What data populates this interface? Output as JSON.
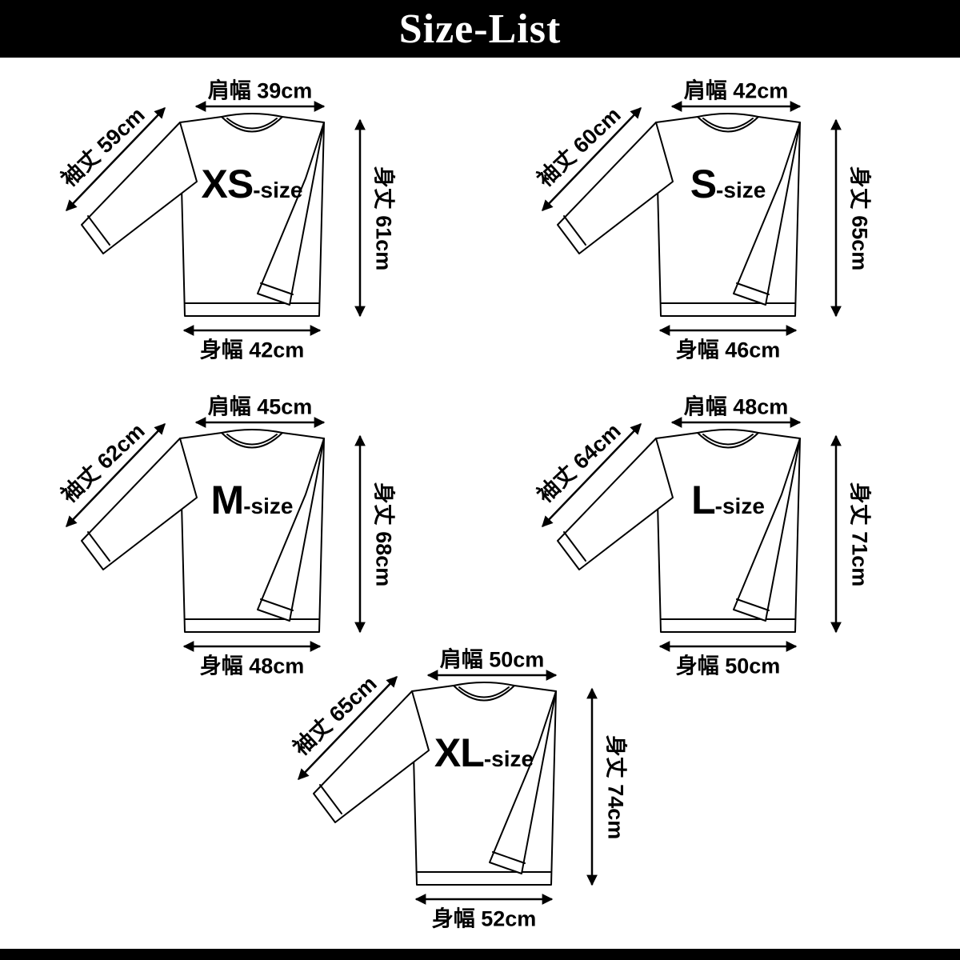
{
  "header": {
    "title": "Size-List"
  },
  "measurement_names": {
    "shoulder": "肩幅",
    "sleeve": "袖丈",
    "length": "身丈",
    "width": "身幅"
  },
  "sizes": [
    {
      "size_big": "XS",
      "size_small": "-size",
      "shoulder": "肩幅 39cm",
      "sleeve": "袖丈 59cm",
      "length": "身丈 61cm",
      "width": "身幅 42cm"
    },
    {
      "size_big": "S",
      "size_small": "-size",
      "shoulder": "肩幅 42cm",
      "sleeve": "袖丈 60cm",
      "length": "身丈 65cm",
      "width": "身幅 46cm"
    },
    {
      "size_big": "M",
      "size_small": "-size",
      "shoulder": "肩幅 45cm",
      "sleeve": "袖丈 62cm",
      "length": "身丈 68cm",
      "width": "身幅 48cm"
    },
    {
      "size_big": "L",
      "size_small": "-size",
      "shoulder": "肩幅 48cm",
      "sleeve": "袖丈 64cm",
      "length": "身丈 71cm",
      "width": "身幅 50cm"
    },
    {
      "size_big": "XL",
      "size_small": "-size",
      "shoulder": "肩幅 50cm",
      "sleeve": "袖丈 65cm",
      "length": "身丈 74cm",
      "width": "身幅 52cm"
    }
  ]
}
